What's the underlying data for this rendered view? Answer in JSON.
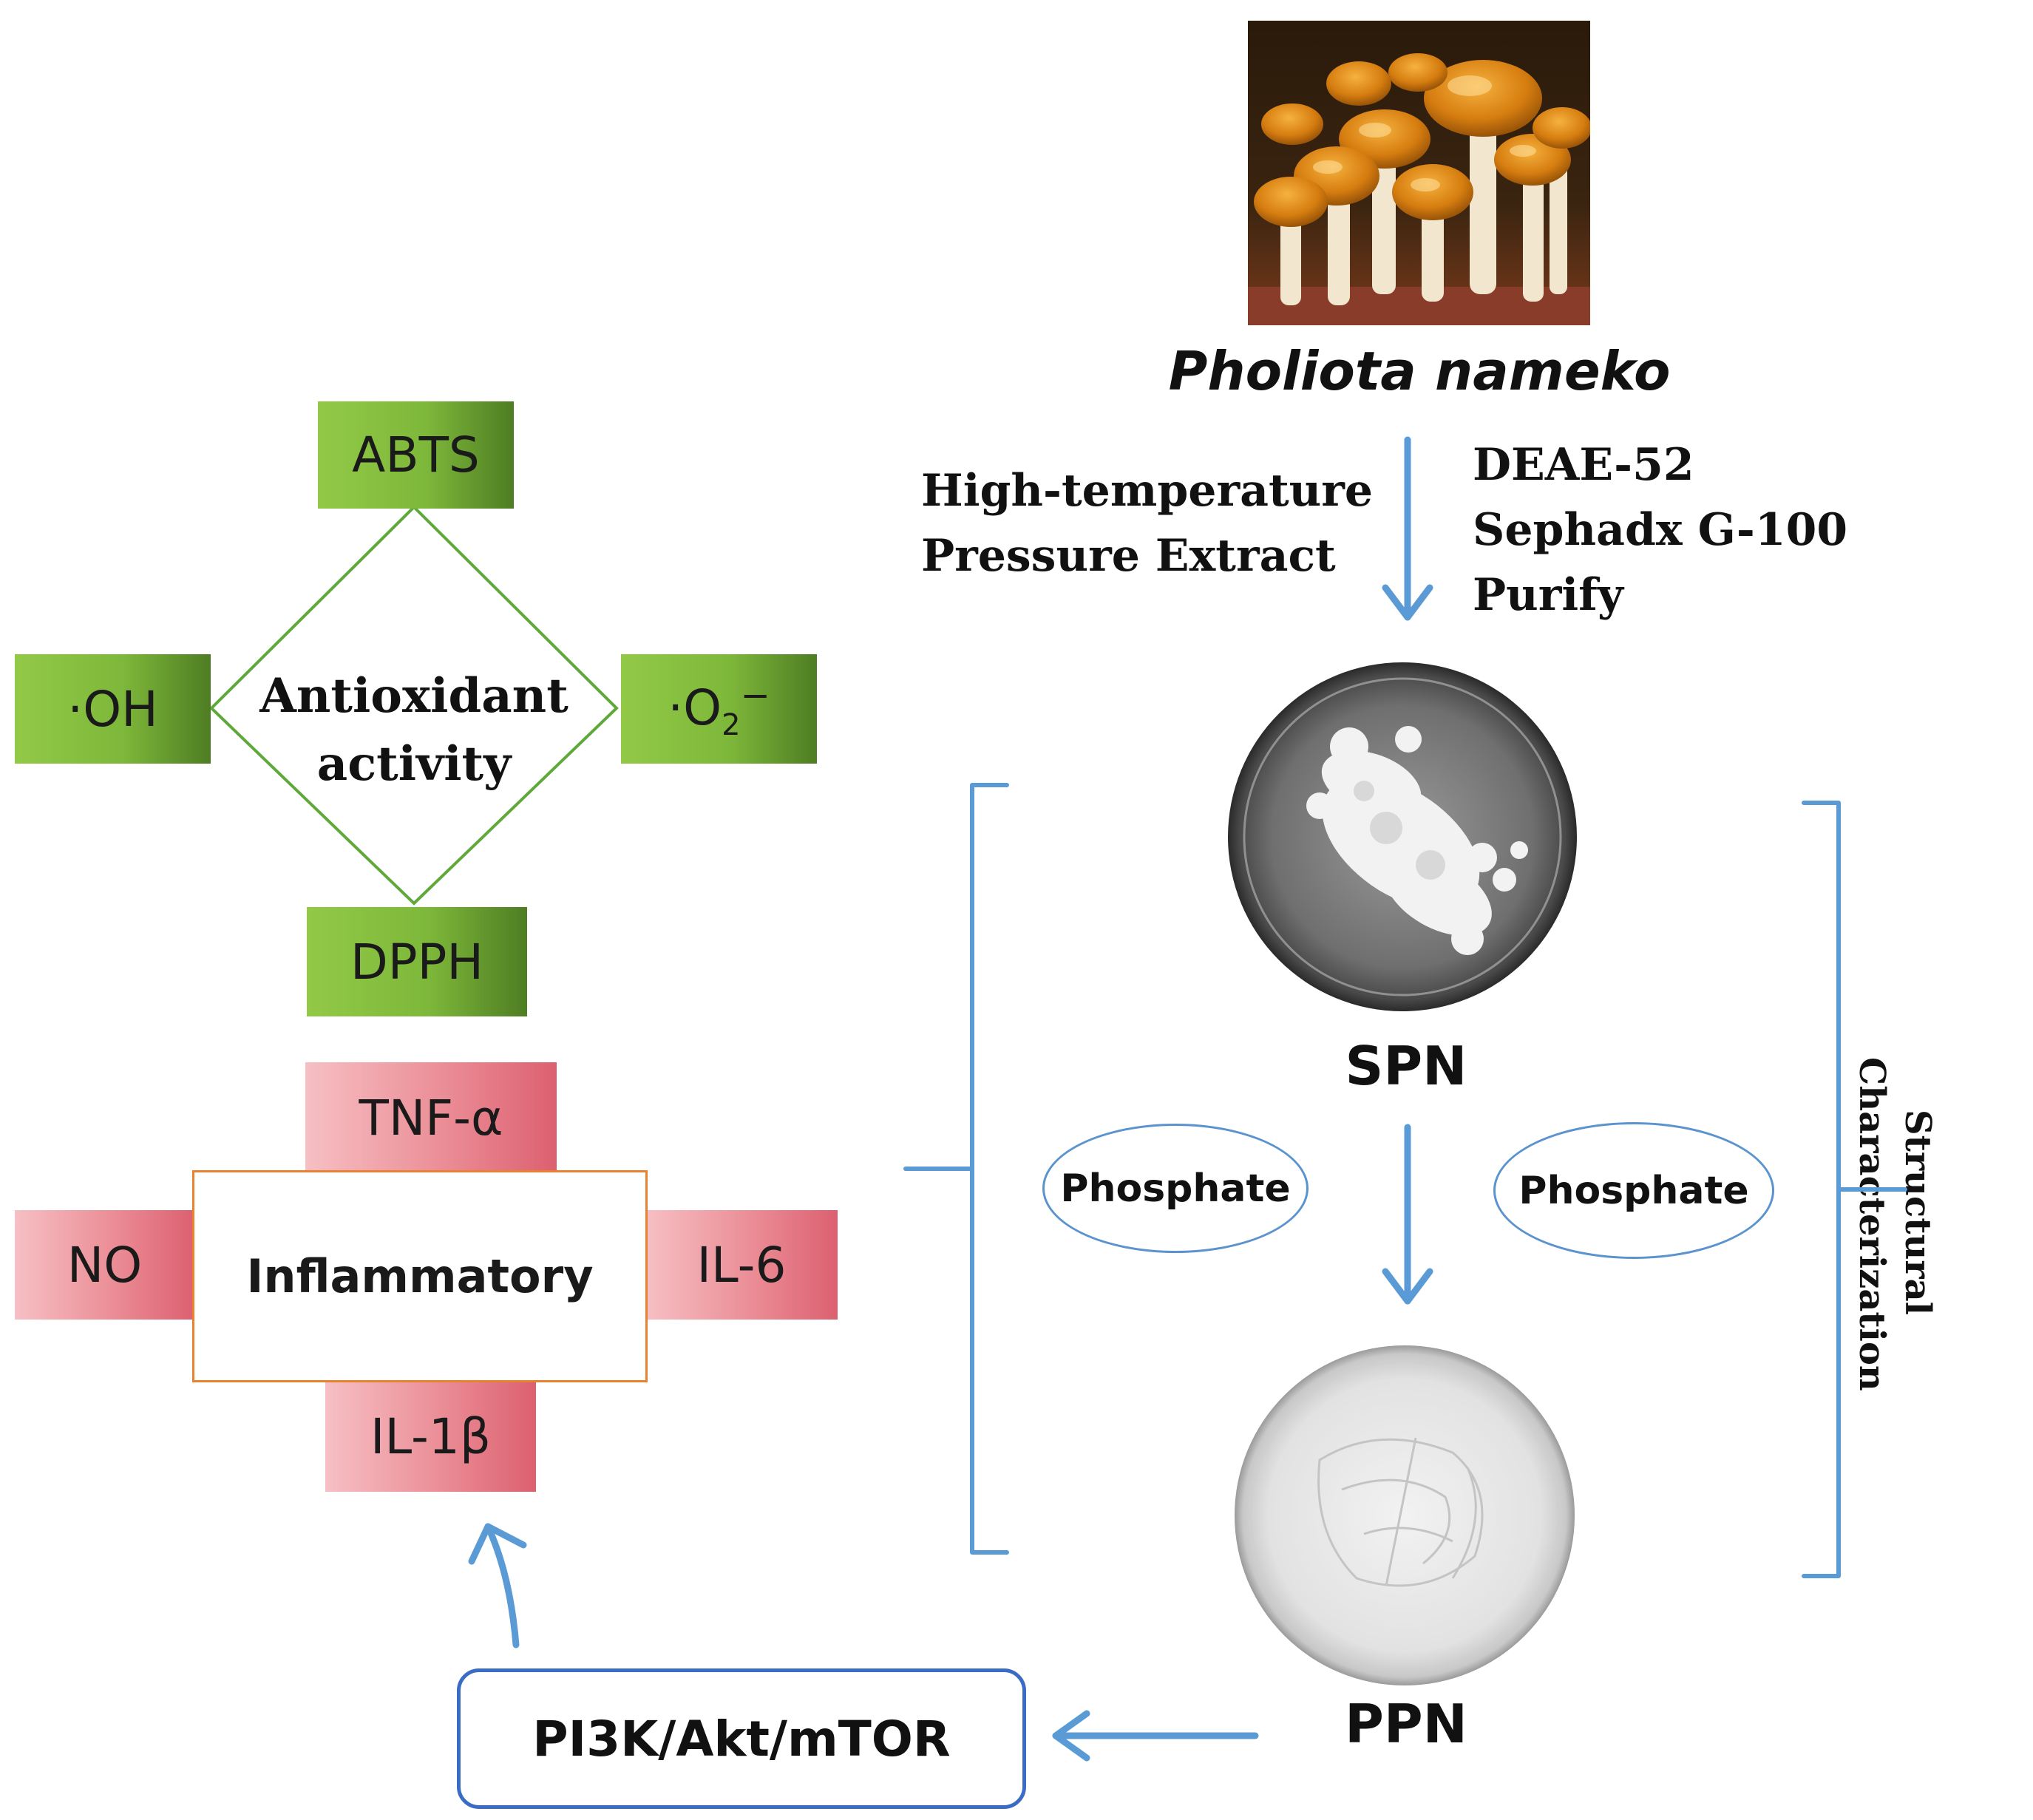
{
  "species": {
    "name": "Pholiota nameko"
  },
  "extraction": {
    "left_lines": [
      "High-temperature",
      "Pressure Extract"
    ],
    "right_lines": [
      "DEAE-52",
      "Sephadx G-100",
      "Purify"
    ]
  },
  "products": {
    "spn": "SPN",
    "ppn": "PPN"
  },
  "modification": {
    "left_label": "Phosphate",
    "right_label": "Phosphate"
  },
  "structural": {
    "lines": [
      "Structural",
      "Characterization"
    ]
  },
  "antioxidant": {
    "center_lines": [
      "Antioxidant",
      "activity"
    ],
    "top": "ABTS",
    "left": "·OH",
    "right_base": "·O",
    "right_sub": "2",
    "right_sup": "−",
    "bottom": "DPPH"
  },
  "inflammatory": {
    "center": "Inflammatory",
    "top": "TNF-α",
    "left": "NO",
    "right": "IL-6",
    "bottom": "IL-1β"
  },
  "pathway": {
    "label": "PI3K/Akt/mTOR"
  },
  "colors": {
    "arrow": "#5b9bd5",
    "green": "#7eb83a",
    "pink": "#eb8d96",
    "inflam_border": "#e8822e",
    "pathway_border": "#3b6cc4"
  }
}
